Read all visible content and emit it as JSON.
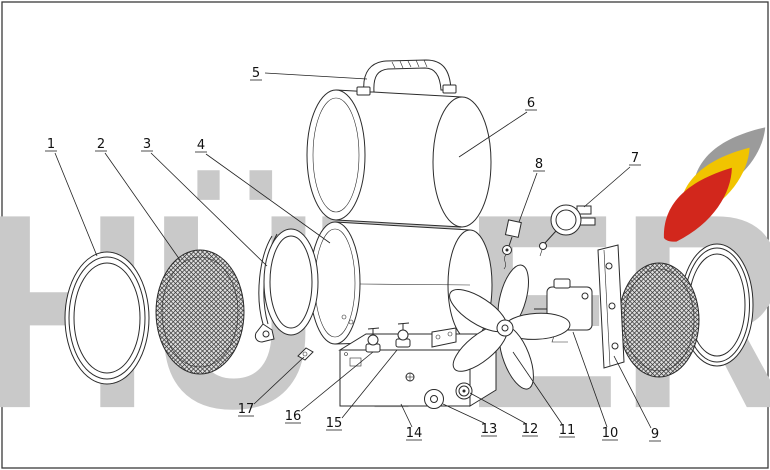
{
  "watermark": {
    "text": "HÜTER",
    "color": "#c9c9c9"
  },
  "logo": {
    "gray": "#9b9b9b",
    "yellow": "#f1c400",
    "red": "#d2271c"
  },
  "diagram": {
    "line_color": "#2b2b2b",
    "parts": [
      {
        "number": "1"
      },
      {
        "number": "2"
      },
      {
        "number": "3"
      },
      {
        "number": "4"
      },
      {
        "number": "5"
      },
      {
        "number": "6"
      },
      {
        "number": "7"
      },
      {
        "number": "8"
      },
      {
        "number": "9"
      },
      {
        "number": "10"
      },
      {
        "number": "11"
      },
      {
        "number": "12"
      },
      {
        "number": "13"
      },
      {
        "number": "14"
      },
      {
        "number": "15"
      },
      {
        "number": "16"
      },
      {
        "number": "17"
      }
    ]
  }
}
